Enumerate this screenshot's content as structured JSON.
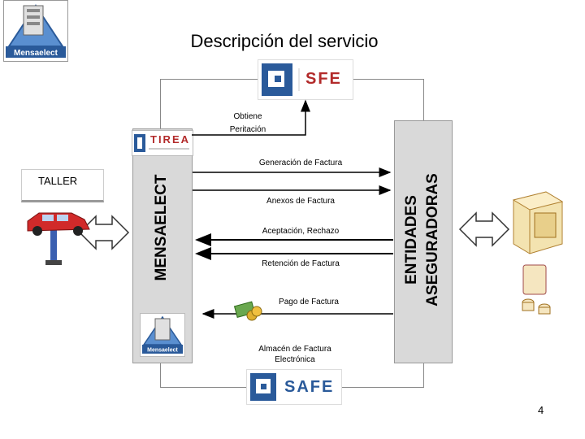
{
  "title": "Descripción del servicio",
  "logos": {
    "top_left": "Mensaelect",
    "mensaelect_bottom": "Mensaelect",
    "tirea": "TIREA",
    "sfe": "SFE",
    "safe": "SAFE"
  },
  "actors": {
    "taller": "TALLER",
    "mensaelect": "MENSAELECT",
    "entidades_line1": "ENTIDADES",
    "entidades_line2": "ASEGURADORAS"
  },
  "flows": {
    "obtiene_line1": "Obtiene",
    "obtiene_line2": "Peritación",
    "generacion": "Generación de Factura",
    "anexos": "Anexos de Factura",
    "aceptacion": "Aceptación, Rechazo",
    "retencion": "Retención de Factura",
    "pago": "Pago de Factura",
    "almacen_line1": "Almacén de Factura",
    "almacen_line2": "Electrónica"
  },
  "page_number": "4",
  "colors": {
    "logo_blue": "#2a5a9a",
    "brand_red": "#b22a2a",
    "panel_gray": "#d9d9d9"
  },
  "icons": [
    "server-icon",
    "car-lift-icon",
    "money-icon",
    "database-icon",
    "double-arrow-icon"
  ]
}
